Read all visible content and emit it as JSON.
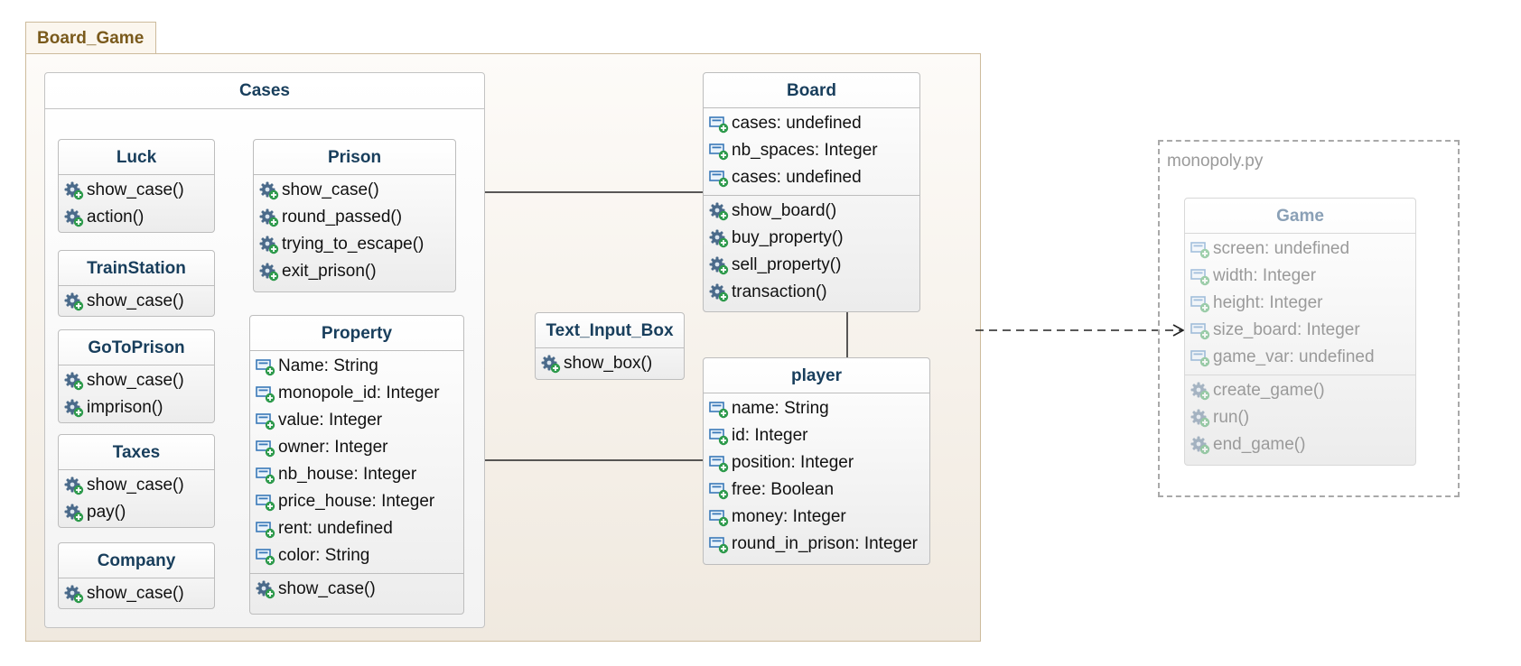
{
  "package": {
    "name": "Board_Game"
  },
  "cases": {
    "title": "Cases",
    "luck": {
      "name": "Luck",
      "methods": [
        "show_case()",
        "action()"
      ]
    },
    "train_station": {
      "name": "TrainStation",
      "methods": [
        "show_case()"
      ]
    },
    "go_to_prison": {
      "name": "GoToPrison",
      "methods": [
        "show_case()",
        "imprison()"
      ]
    },
    "taxes": {
      "name": "Taxes",
      "methods": [
        "show_case()",
        "pay()"
      ]
    },
    "company": {
      "name": "Company",
      "methods": [
        "show_case()"
      ]
    },
    "prison": {
      "name": "Prison",
      "methods": [
        "show_case()",
        "round_passed()",
        "trying_to_escape()",
        "exit_prison()"
      ]
    },
    "property": {
      "name": "Property",
      "attributes": [
        "Name: String",
        "monopole_id: Integer",
        "value: Integer",
        "owner: Integer",
        "nb_house: Integer",
        "price_house: Integer",
        "rent: undefined",
        "color: String"
      ],
      "methods": [
        "show_case()"
      ]
    }
  },
  "text_input_box": {
    "name": "Text_Input_Box",
    "methods": [
      "show_box()"
    ]
  },
  "board": {
    "name": "Board",
    "attributes": [
      "cases: undefined",
      "nb_spaces: Integer",
      "cases: undefined"
    ],
    "methods": [
      "show_board()",
      "buy_property()",
      "sell_property()",
      "transaction()"
    ]
  },
  "player": {
    "name": "player",
    "attributes": [
      "name: String",
      "id: Integer",
      "position: Integer",
      "free: Boolean",
      "money: Integer",
      "round_in_prison: Integer"
    ]
  },
  "external": {
    "file_label": "monopoly.py",
    "game": {
      "name": "Game",
      "attributes": [
        "screen: undefined",
        "width: Integer",
        "height: Integer",
        "size_board: Integer",
        "game_var: undefined"
      ],
      "methods": [
        "create_game()",
        "run()",
        "end_game()"
      ]
    }
  },
  "icons": {
    "attribute": "attribute-icon",
    "method": "method-gear-icon"
  },
  "colors": {
    "title_text": "#183e5c",
    "package_border": "#cdbb9c",
    "package_label": "#7a5a1c",
    "faded_text": "#9a9a9a"
  }
}
